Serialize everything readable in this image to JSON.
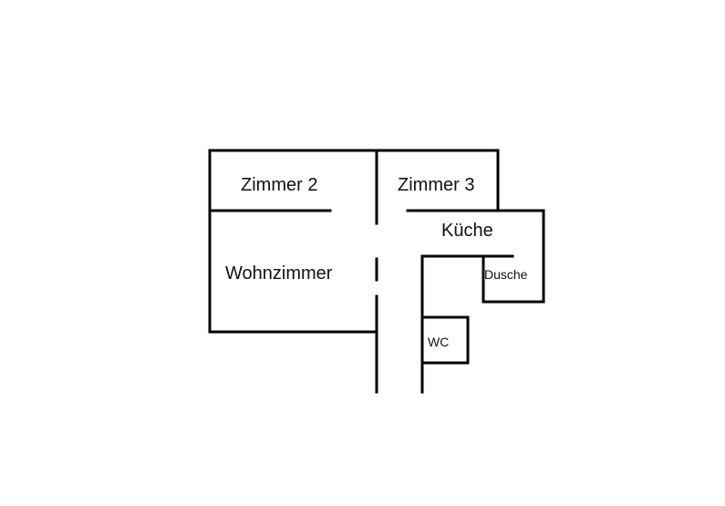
{
  "floorplan": {
    "rooms": {
      "zimmer_2": "Zimmer 2",
      "zimmer_3": "Zimmer 3",
      "kueche": "Küche",
      "wohnzimmer": "Wohnzimmer",
      "dusche": "Dusche",
      "wc": "WC"
    },
    "wall_color": "#000000",
    "background": "#ffffff"
  }
}
